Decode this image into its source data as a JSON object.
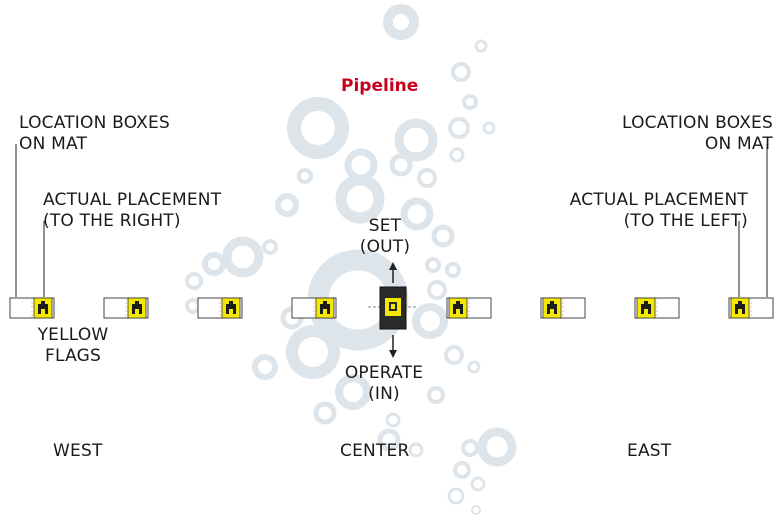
{
  "title": "Pipeline",
  "labels": {
    "location_boxes_left": [
      "LOCATION BOXES",
      "ON MAT"
    ],
    "location_boxes_right": [
      "LOCATION BOXES",
      "ON MAT"
    ],
    "actual_placement_left": [
      "ACTUAL PLACEMENT",
      "(TO THE RIGHT)"
    ],
    "actual_placement_right": [
      "ACTUAL PLACEMENT",
      "(TO THE LEFT)"
    ],
    "set_out": [
      "SET",
      "(OUT)"
    ],
    "operate_in": [
      "OPERATE",
      "(IN)"
    ],
    "yellow_flags": [
      "YELLOW",
      "FLAGS"
    ],
    "west": "WEST",
    "center": "CENTER",
    "east": "EAST"
  },
  "colors": {
    "title": "#c8001e",
    "flag_yellow": "#f5e800",
    "box_outline": "#555555",
    "bubbles": "#dde4ea"
  }
}
